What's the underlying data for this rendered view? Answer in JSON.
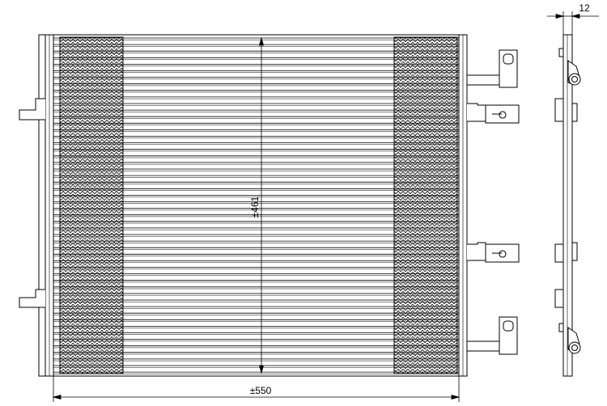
{
  "drawing": {
    "dimensions": {
      "width_label": "±550",
      "height_label": "±461",
      "depth_label": "12"
    }
  }
}
